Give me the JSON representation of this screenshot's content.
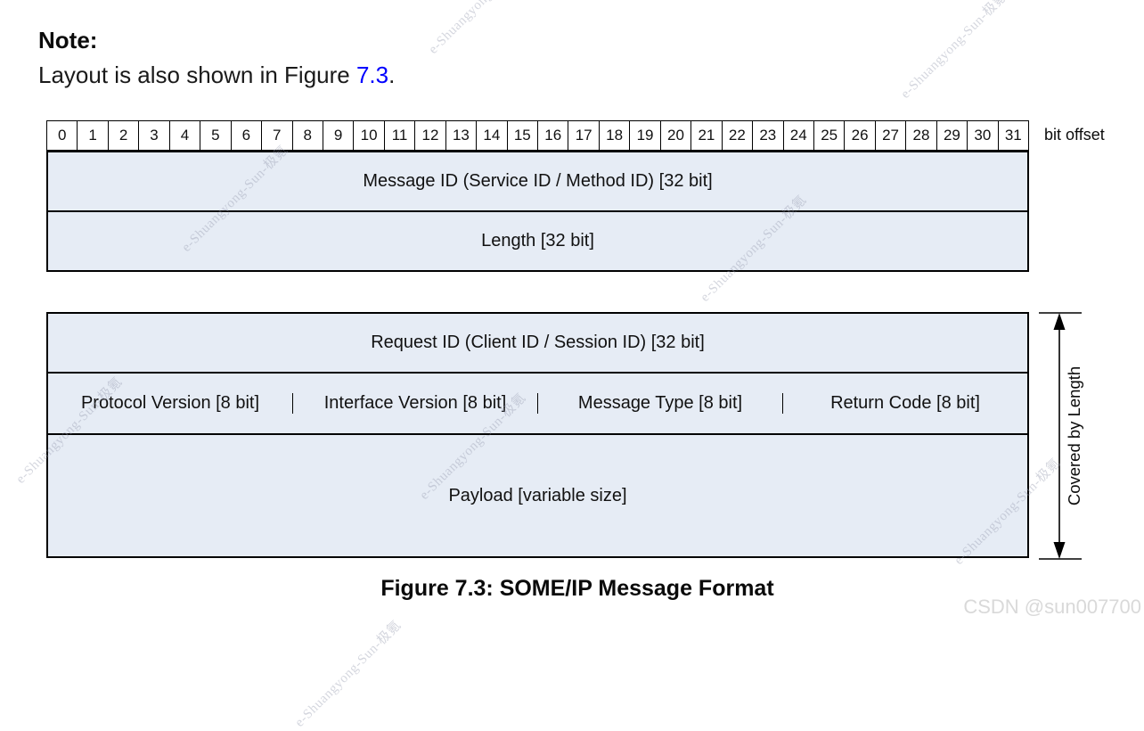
{
  "note": {
    "title": "Note:",
    "text_before": "Layout is also shown in Figure ",
    "link_text": "7.3",
    "text_after": "."
  },
  "bit_offsets": [
    "0",
    "1",
    "2",
    "3",
    "4",
    "5",
    "6",
    "7",
    "8",
    "9",
    "10",
    "11",
    "12",
    "13",
    "14",
    "15",
    "16",
    "17",
    "18",
    "19",
    "20",
    "21",
    "22",
    "23",
    "24",
    "25",
    "26",
    "27",
    "28",
    "29",
    "30",
    "31"
  ],
  "bit_offset_label": "bit offset",
  "header_table": {
    "message_id_row": "Message ID (Service ID / Method ID) [32 bit]",
    "length_row": "Length [32 bit]"
  },
  "body_table": {
    "request_id_row": "Request ID (Client ID / Session ID) [32 bit]",
    "cells": [
      "Protocol Version [8 bit]",
      "Interface Version [8 bit]",
      "Message Type [8 bit]",
      "Return Code [8 bit]"
    ],
    "payload_row": "Payload [variable size]"
  },
  "side_annotation": "Covered by Length",
  "caption": "Figure 7.3: SOME/IP Message Format",
  "watermarks": {
    "diagonal_text": "e-Shuangyong-Sun-极氪",
    "csdn_text": "CSDN @sun007700"
  },
  "colors": {
    "cell_bg": "#e6ecf5",
    "link_blue": "#0000ff",
    "border": "#000000"
  }
}
